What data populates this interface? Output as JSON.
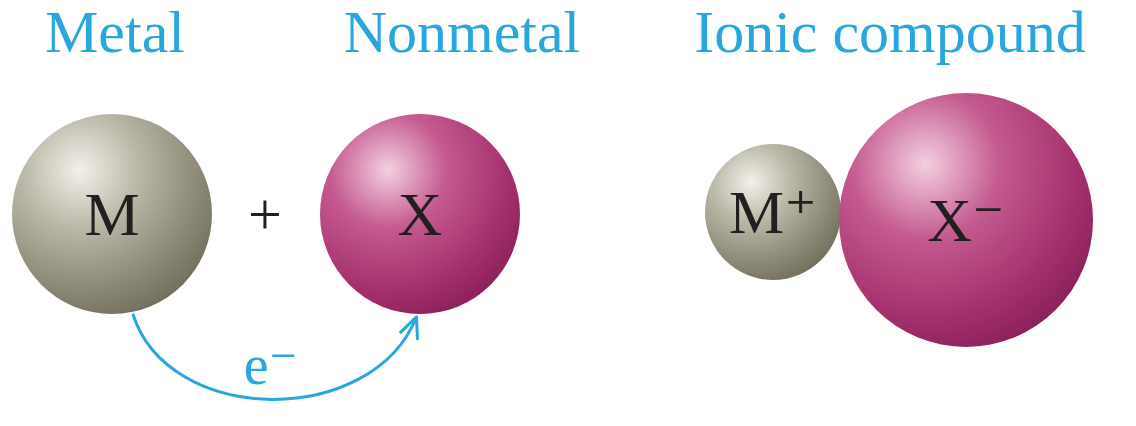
{
  "diagram": {
    "nodes": [
      {
        "text": [
          "M"
        ]
      },
      {
        "text": [
          "X"
        ]
      },
      {
        "text": [
          "M⁺"
        ]
      },
      {
        "text": [
          "X⁻"
        ]
      }
    ],
    "edges": [
      {
        "from": 0,
        "to": 1,
        "arrow": "to",
        "label": "e⁻"
      }
    ],
    "labels": [
      "Metal",
      "Nonmetal",
      "Ionic compound",
      "+"
    ]
  }
}
